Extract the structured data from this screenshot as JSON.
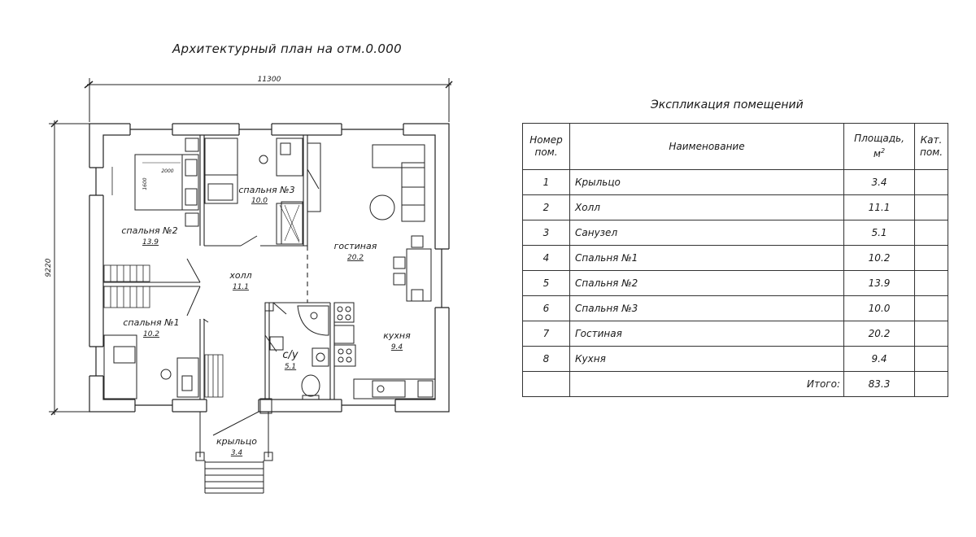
{
  "plan": {
    "title": "Архитектурный план на отм.0.000",
    "dim_width": "11300",
    "dim_height": "9220",
    "rooms": [
      {
        "name": "спальня №3",
        "area": "10.0"
      },
      {
        "name": "спальня №2",
        "area": "13.9"
      },
      {
        "name": "гостиная",
        "area": "20.2"
      },
      {
        "name": "холл",
        "area": "11.1"
      },
      {
        "name": "спальня №1",
        "area": "10.2"
      },
      {
        "name": "кухня",
        "area": "9.4"
      },
      {
        "name": "с/у",
        "area": "5.1"
      },
      {
        "name": "крыльцо",
        "area": "3.4"
      }
    ],
    "bed_dims": {
      "length": "2000",
      "width": "1600"
    }
  },
  "explication": {
    "title": "Экспликация помещений",
    "headers": {
      "number": [
        "Номер",
        "пом."
      ],
      "name": "Наименование",
      "area": [
        "Площадь,",
        "м"
      ],
      "area_sup": "2",
      "category": [
        "Кат.",
        "пом."
      ]
    },
    "rows": [
      {
        "num": "1",
        "name": "Крыльцо",
        "area": "3.4"
      },
      {
        "num": "2",
        "name": "Холл",
        "area": "11.1"
      },
      {
        "num": "3",
        "name": "Санузел",
        "area": "5.1"
      },
      {
        "num": "4",
        "name": "Спальня №1",
        "area": "10.2"
      },
      {
        "num": "5",
        "name": "Спальня №2",
        "area": "13.9"
      },
      {
        "num": "6",
        "name": "Спальня №3",
        "area": "10.0"
      },
      {
        "num": "7",
        "name": "Гостиная",
        "area": "20.2"
      },
      {
        "num": "8",
        "name": "Кухня",
        "area": "9.4"
      }
    ],
    "total_label": "Итого:",
    "total_value": "83.3"
  }
}
